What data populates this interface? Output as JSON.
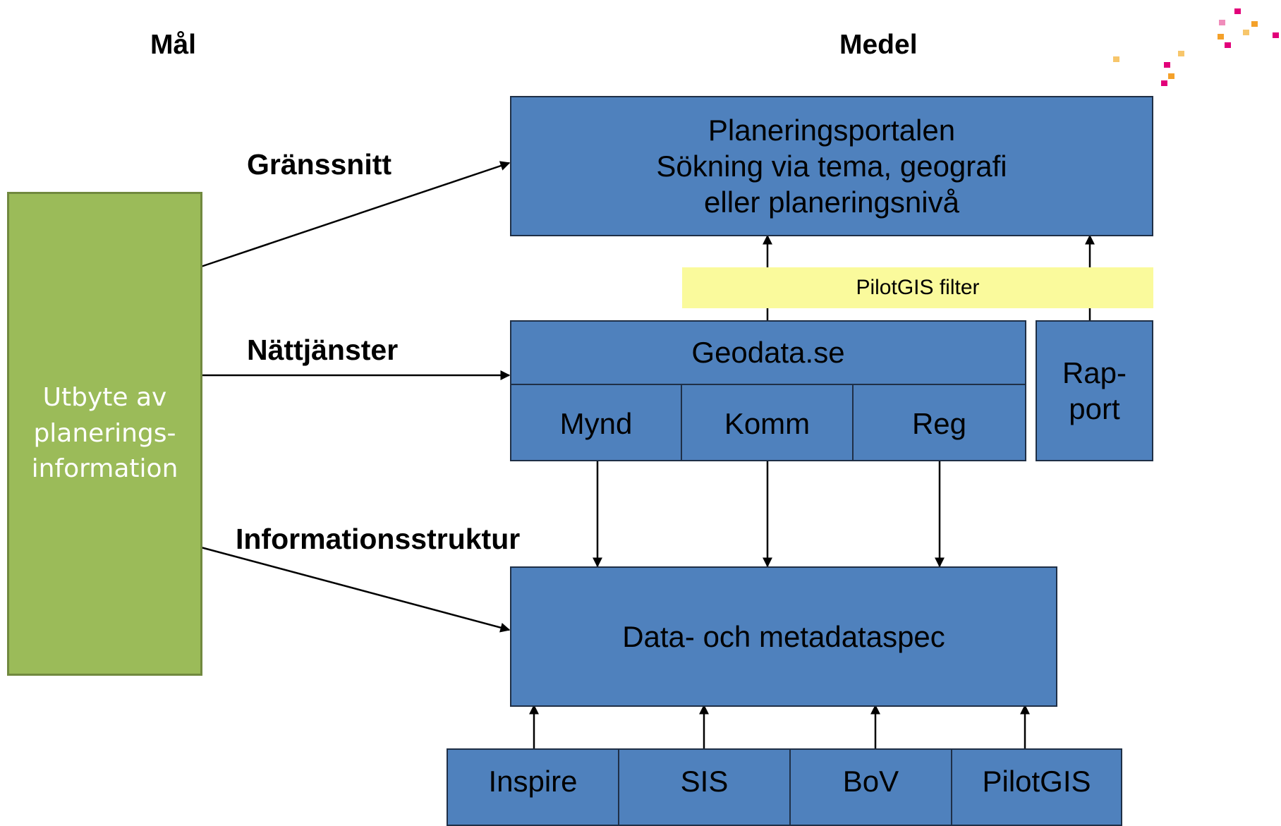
{
  "headers": {
    "goal": "Mål",
    "means": "Medel"
  },
  "layers": {
    "interface": "Gränssnitt",
    "services": "Nättjänster",
    "structure": "Informationsstruktur"
  },
  "goal_box": {
    "lines": [
      "Utbyte av",
      "planerings-",
      "information"
    ]
  },
  "portal_box": {
    "lines": [
      "Planeringsportalen",
      "Sökning via tema, geografi",
      "eller planeringsnivå"
    ]
  },
  "filter_label": "PilotGIS filter",
  "geodata_box": {
    "title": "Geodata.se",
    "cells": [
      "Mynd",
      "Komm",
      "Reg"
    ]
  },
  "rapport_box": {
    "lines": [
      "Rap-",
      "port"
    ]
  },
  "spec_box": {
    "label": "Data- och metadataspec"
  },
  "sources": [
    "Inspire",
    "SIS",
    "BoV",
    "PilotGIS"
  ],
  "colors": {
    "box_blue": "#4f81bd",
    "goal_green": "#9bbb59",
    "filter_yellow": "#fafa9c",
    "logo_magenta": "#e2007a",
    "logo_orange": "#f4a12a",
    "logo_pink": "#f08dbb",
    "logo_amber": "#f7c66b"
  }
}
